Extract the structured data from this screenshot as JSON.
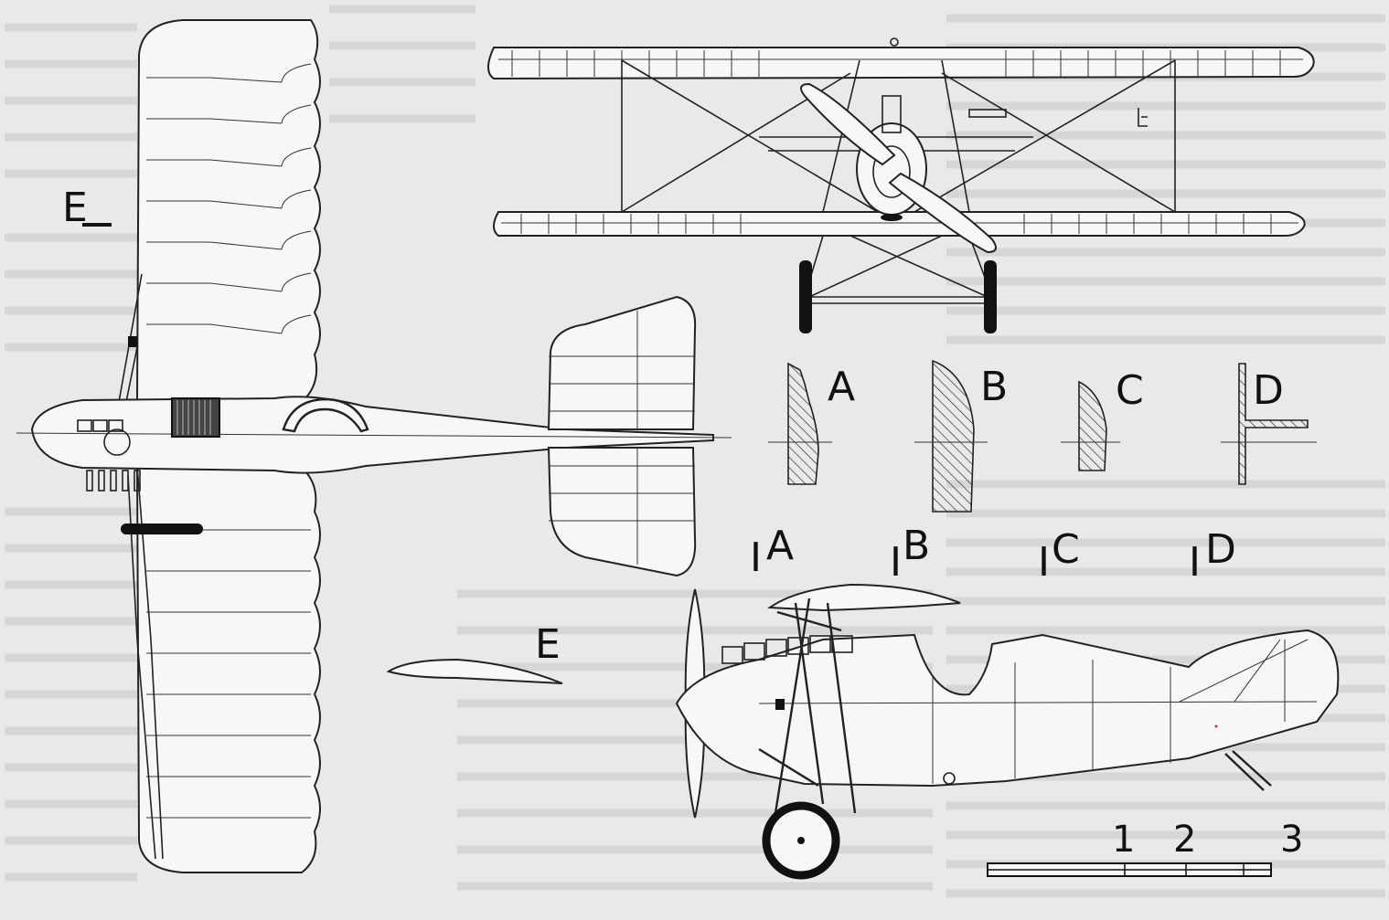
{
  "labels": {
    "plan_view": "E",
    "section_a": "A",
    "section_b": "B",
    "section_c": "C",
    "section_d": "D",
    "cut_a": "A",
    "cut_b": "B",
    "cut_c": "C",
    "cut_d": "D",
    "cut_mark": "I",
    "airfoil": "E"
  },
  "scale_bar": {
    "ticks": [
      "1",
      "2",
      "3"
    ]
  },
  "colors": {
    "ink": "#111111",
    "paper": "#e9e9e9",
    "ghost_text": "#d6d6d6"
  }
}
